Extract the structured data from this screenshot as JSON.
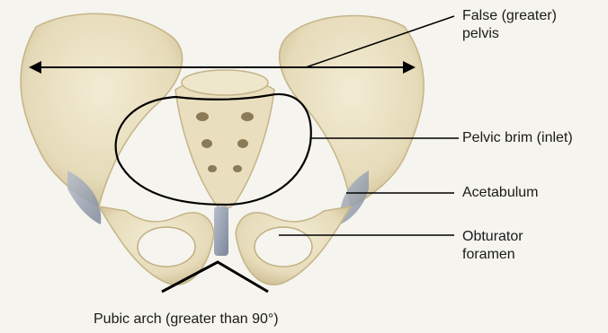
{
  "labels": {
    "false_pelvis_line1": "False (greater)",
    "false_pelvis_line2": "pelvis",
    "pelvic_brim": "Pelvic brim (inlet)",
    "acetabulum": "Acetabulum",
    "obturator_line1": "Obturator",
    "obturator_line2": "foramen",
    "pubic_arch": "Pubic arch (greater than 90°)"
  },
  "colors": {
    "background": "#f5f4ee",
    "bone": "#ece3c6",
    "bone_shadow": "#c9b98f",
    "cartilage": "#9aa3b2",
    "line": "#000000"
  }
}
